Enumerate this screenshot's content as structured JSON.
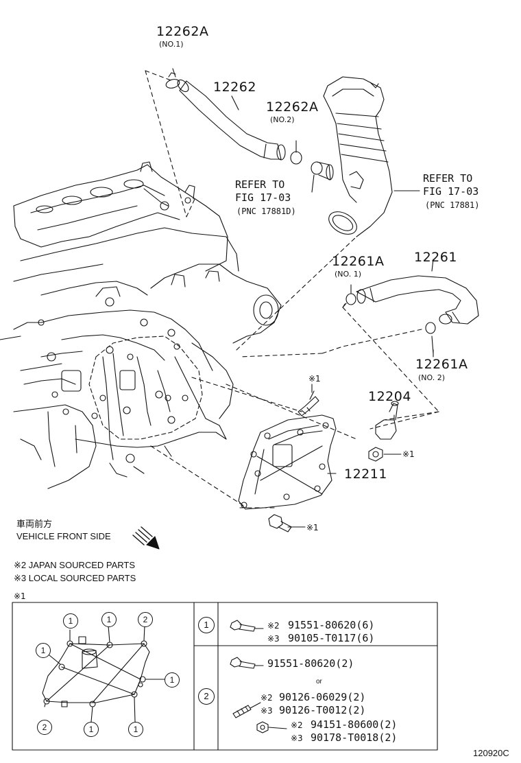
{
  "callouts": {
    "hose_clamp_top": {
      "part": "12262A",
      "note": "(NO.1)"
    },
    "hose_upper": {
      "part": "12262"
    },
    "hose_clamp_no2": {
      "part": "12262A",
      "note": "(NO.2)"
    },
    "refer_left": {
      "line1": "REFER TO",
      "line2": "FIG 17-03",
      "pnc": "(PNC 17881D)"
    },
    "refer_right": {
      "line1": "REFER TO",
      "line2": "FIG 17-03",
      "pnc": "(PNC 17881)"
    },
    "clamp_261a_no1": {
      "part": "12261A",
      "note": "(NO. 1)"
    },
    "hose_lower": {
      "part": "12261"
    },
    "clamp_261a_no2": {
      "part": "12261A",
      "note": "(NO. 2)"
    },
    "stud_mark": "※1",
    "valve": {
      "part": "12204"
    },
    "nut_mark": "※1",
    "cover": {
      "part": "12211"
    },
    "bolt_mark": "※1"
  },
  "legend": {
    "direction_jp": "車両前方",
    "direction_en": "VEHICLE FRONT SIDE",
    "note2": "※2 JAPAN SOURCED PARTS",
    "note3": "※3 LOCAL SOURCED PARTS",
    "table_mark": "※1"
  },
  "fastener_table": {
    "row1": {
      "key": "1",
      "a_mark": "※2",
      "a_part": "91551-80620(6)",
      "b_mark": "※3",
      "b_part": "90105-T0117(6)"
    },
    "row2": {
      "key": "2",
      "bolt_part": "91551-80620(2)",
      "or_text": "or",
      "stud_a_mark": "※2",
      "stud_a_part": "90126-06029(2)",
      "stud_b_mark": "※3",
      "stud_b_part": "90126-T0012(2)",
      "nut_a_mark": "※2",
      "nut_a_part": "94151-80600(2)",
      "nut_b_mark": "※3",
      "nut_b_part": "90178-T0018(2)"
    },
    "diagram_keys": [
      "1",
      "1",
      "2",
      "1",
      "1",
      "2",
      "1",
      "1"
    ]
  },
  "figure_code": "120920C"
}
